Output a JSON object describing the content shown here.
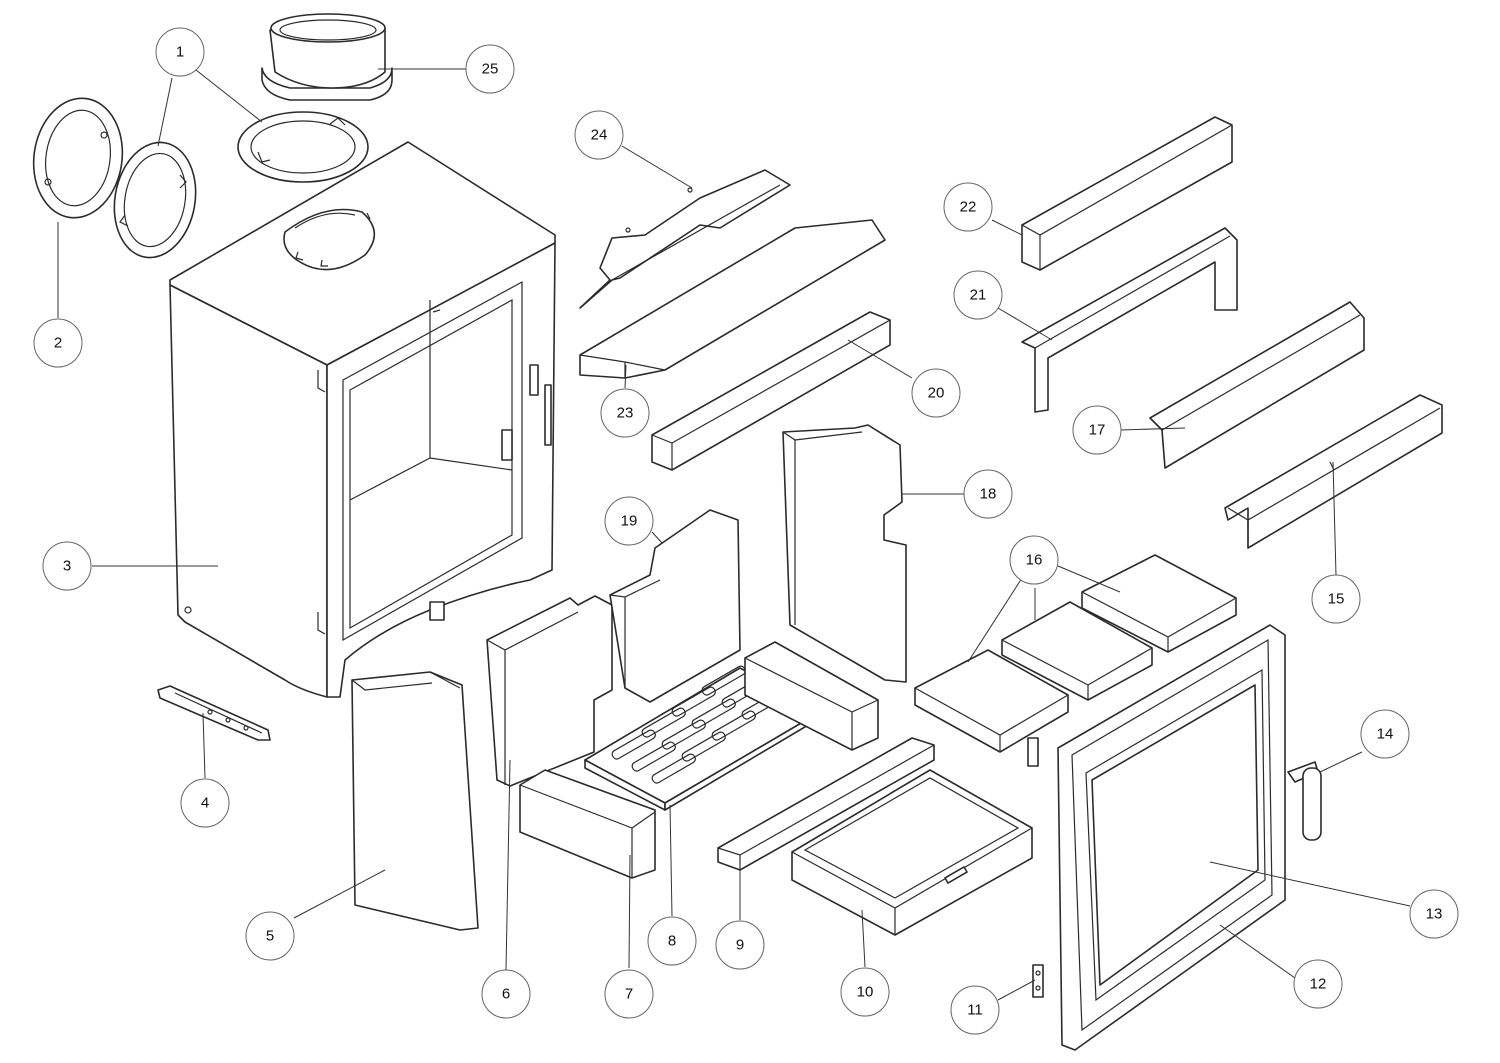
{
  "callouts": [
    {
      "number": "1"
    },
    {
      "number": "2"
    },
    {
      "number": "3"
    },
    {
      "number": "4"
    },
    {
      "number": "5"
    },
    {
      "number": "6"
    },
    {
      "number": "7"
    },
    {
      "number": "8"
    },
    {
      "number": "9"
    },
    {
      "number": "10"
    },
    {
      "number": "11"
    },
    {
      "number": "12"
    },
    {
      "number": "13"
    },
    {
      "number": "14"
    },
    {
      "number": "15"
    },
    {
      "number": "16"
    },
    {
      "number": "17"
    },
    {
      "number": "18"
    },
    {
      "number": "19"
    },
    {
      "number": "20"
    },
    {
      "number": "21"
    },
    {
      "number": "22"
    },
    {
      "number": "23"
    },
    {
      "number": "24"
    },
    {
      "number": "25"
    }
  ],
  "colors": {
    "line": "#2b2b2b",
    "background": "#ffffff"
  }
}
